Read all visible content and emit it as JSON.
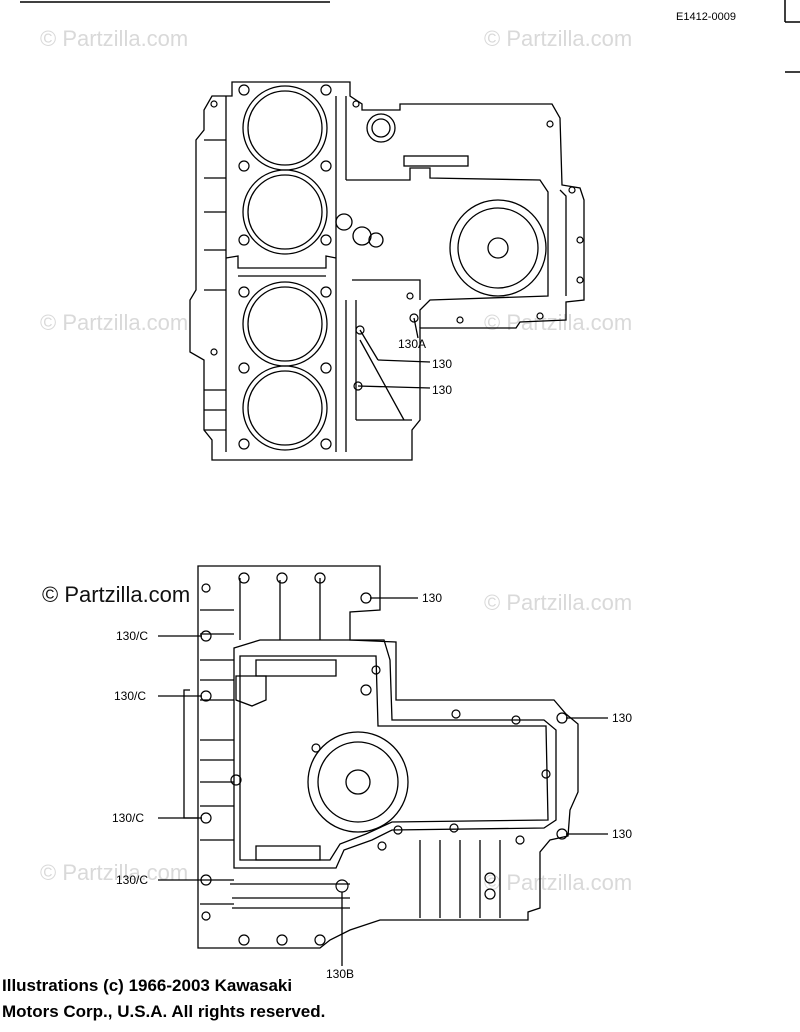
{
  "diagram_code": "E1412-0009",
  "watermark_text": "© Partzilla.com",
  "watermark_dark_text": "© Partzilla.com",
  "top_view": {
    "callouts": [
      "130A",
      "130",
      "130"
    ]
  },
  "bottom_view": {
    "callouts_right": [
      "130",
      "130",
      "130"
    ],
    "callouts_left": [
      "130/C",
      "130/C",
      "130/C",
      "130/C"
    ],
    "callout_bottom": "130B"
  },
  "copyright": {
    "line1": "Illustrations (c) 1966-2003 Kawasaki",
    "line2": "Motors Corp., U.S.A.  All rights reserved."
  }
}
